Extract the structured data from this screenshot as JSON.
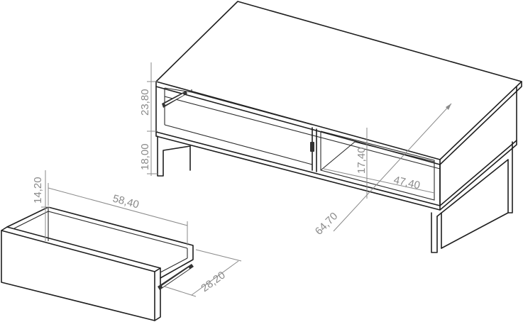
{
  "drawing": {
    "dimensions": {
      "shelf_height": "23,80",
      "drawer_opening_height": "18,00",
      "drawer_height": "14,20",
      "drawer_length": "58,40",
      "drawer_depth": "28,20",
      "compartment_height": "17,40",
      "compartment_width": "47,40",
      "table_depth": "64,70"
    },
    "colors": {
      "line": "#1f1f1f",
      "dimension": "#8a8a8a"
    },
    "icons": [
      "drawer-runner-icon",
      "handle-icon"
    ]
  }
}
